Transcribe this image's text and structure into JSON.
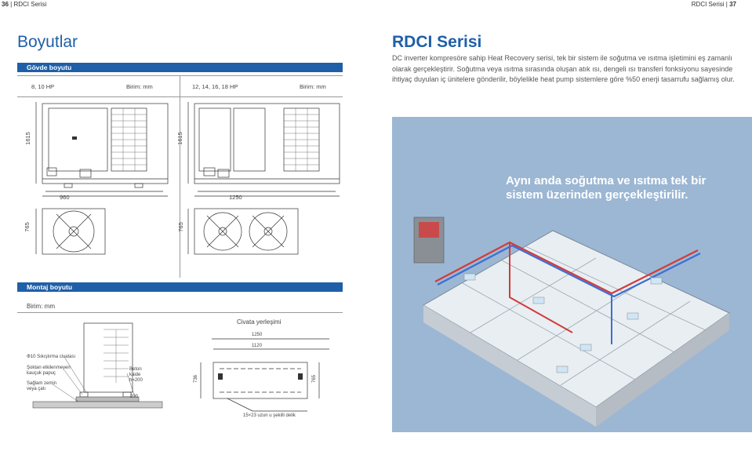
{
  "header": {
    "left_page_num": "36",
    "left_label": "RDCI Serisi",
    "right_label": "RDCI Serisi",
    "right_page_num": "37",
    "separator": "|"
  },
  "left": {
    "title": "Boyutlar",
    "body_size": {
      "band": "Gövde boyutu",
      "unit_a_label": "8, 10 HP",
      "unit_a_unit": "Birim: mm",
      "unit_b_label": "12, 14, 16, 18 HP",
      "unit_b_unit": "Birim: mm",
      "height_a": "1615",
      "height_b": "1615",
      "width_a": "960",
      "width_b": "1250",
      "depth_a": "765",
      "depth_b": "765"
    },
    "mounting": {
      "band": "Montaj boyutu",
      "unit": "Birim: mm",
      "bolt_title": "Civata yerleşimi",
      "bolt_outer": "1250",
      "bolt_inner": "1120",
      "bolt_depth_left": "736",
      "bolt_depth_right": "765",
      "hole_note": "15×23 uzun u şekilli delik",
      "label_bolt": "Φ10 Sıkıştırma civatası",
      "label_pad_1": "Şoktan etkilenmeyen",
      "label_pad_2": "kauçuk papuç",
      "label_ground_1": "Sağlam zemin",
      "label_ground_2": "veya çatı",
      "label_base_1": "Beton",
      "label_base_2": "kaide",
      "label_base_3": "h=200",
      "base_height": "200"
    }
  },
  "right": {
    "title": "RDCI Serisi",
    "paragraph": "DC inverter kompresöre sahip Heat Recovery serisi, tek bir sistem ile soğutma ve ısıtma işletimini eş zamanlı olarak gerçekleştirir. Soğutma veya ısıtma sırasında oluşan atık ısı, dengeli ısı transferi fonksiyonu sayesinde ihtiyaç duyulan iç ünitelere gönderilir, böylelikle heat pump sistemlere göre %50 enerji tasarrufu sağlamış olur.",
    "slogan": "Aynı anda soğutma ve ısıtma tek bir sistem üzerinden gerçekleştirilir."
  },
  "colors": {
    "brand_blue": "#1f5fa8",
    "illustration_bg": "#9cb7d3"
  }
}
